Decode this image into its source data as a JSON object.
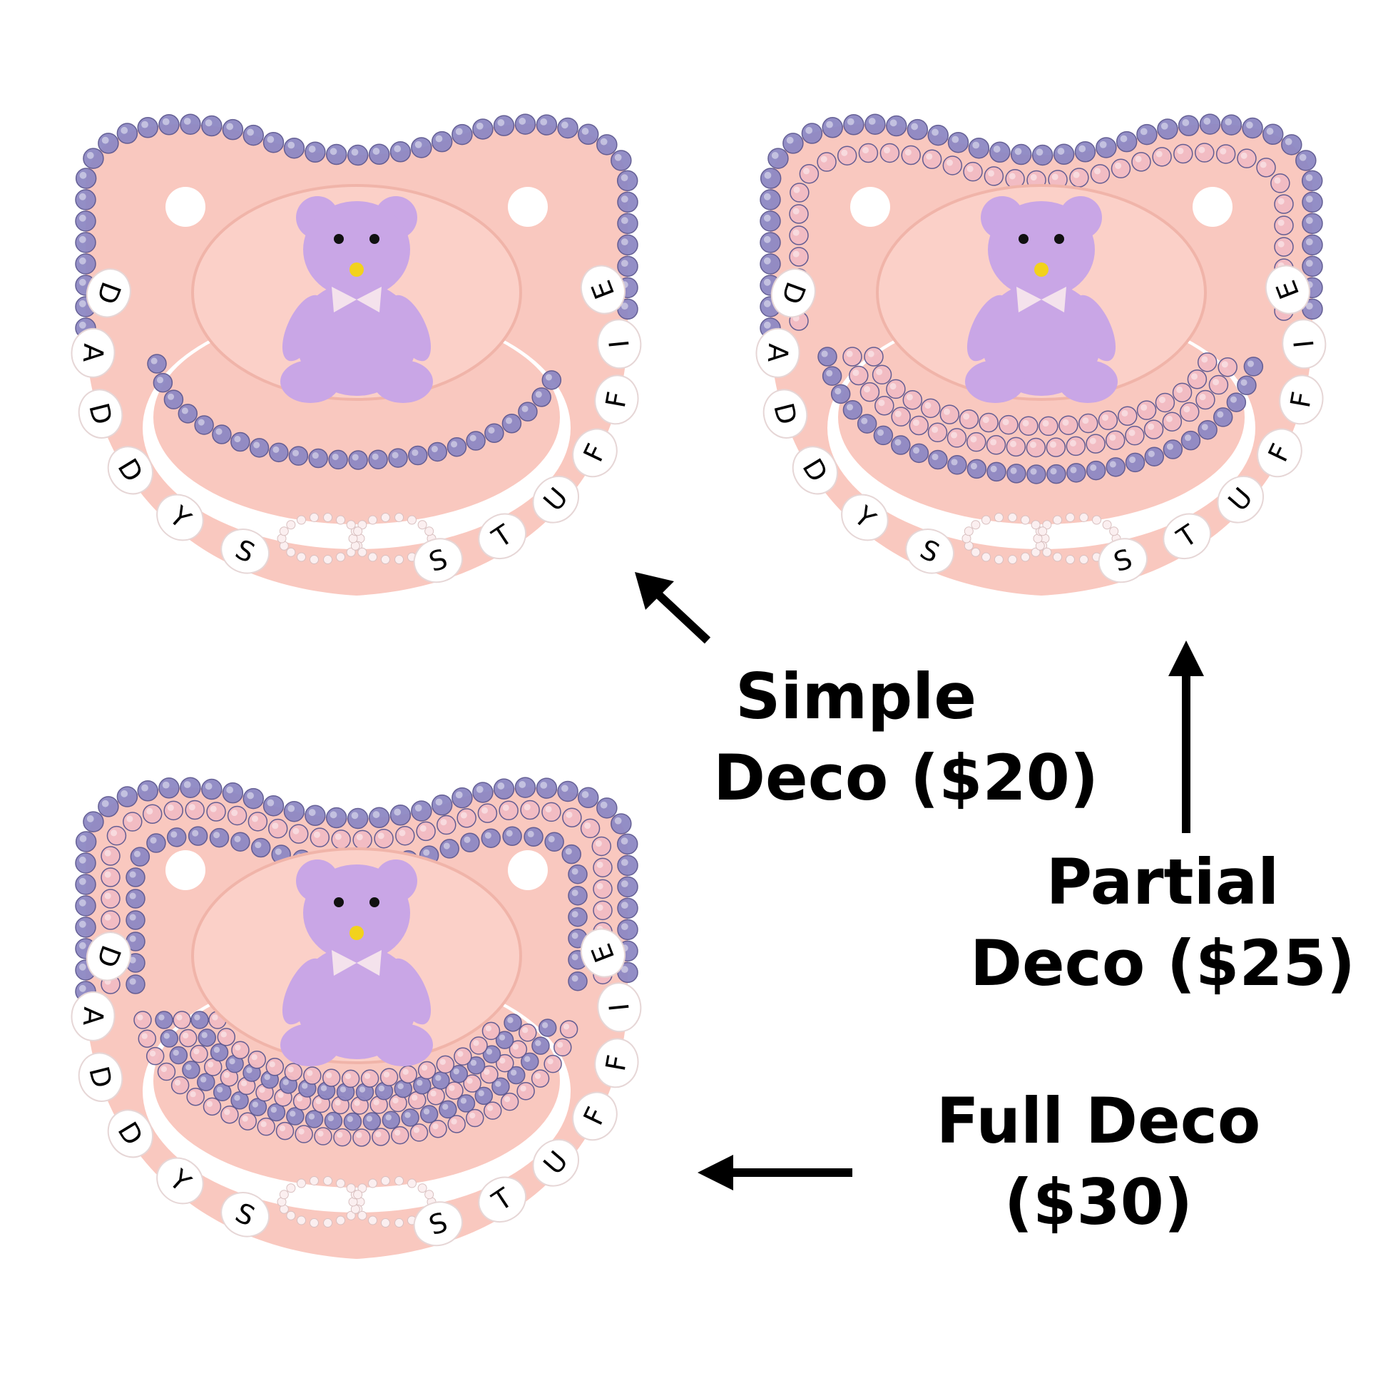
{
  "bead_text": {
    "left": "DADDYS",
    "right": "STUFFIE"
  },
  "options": [
    {
      "id": "simple",
      "line1": "Simple",
      "line2": "Deco ($20)"
    },
    {
      "id": "partial",
      "line1": "Partial",
      "line2": "Deco ($25)"
    },
    {
      "id": "full",
      "line1": "Full Deco",
      "line2": "($30)"
    }
  ],
  "colors": {
    "shield": "#f9c8bf",
    "button": "#fbd0c8",
    "stone_purple": "#8e88c4",
    "stone_pink": "#f2bcc4",
    "bear": "#c9a6e6",
    "bead": "#ffffff",
    "text": "#000000"
  }
}
